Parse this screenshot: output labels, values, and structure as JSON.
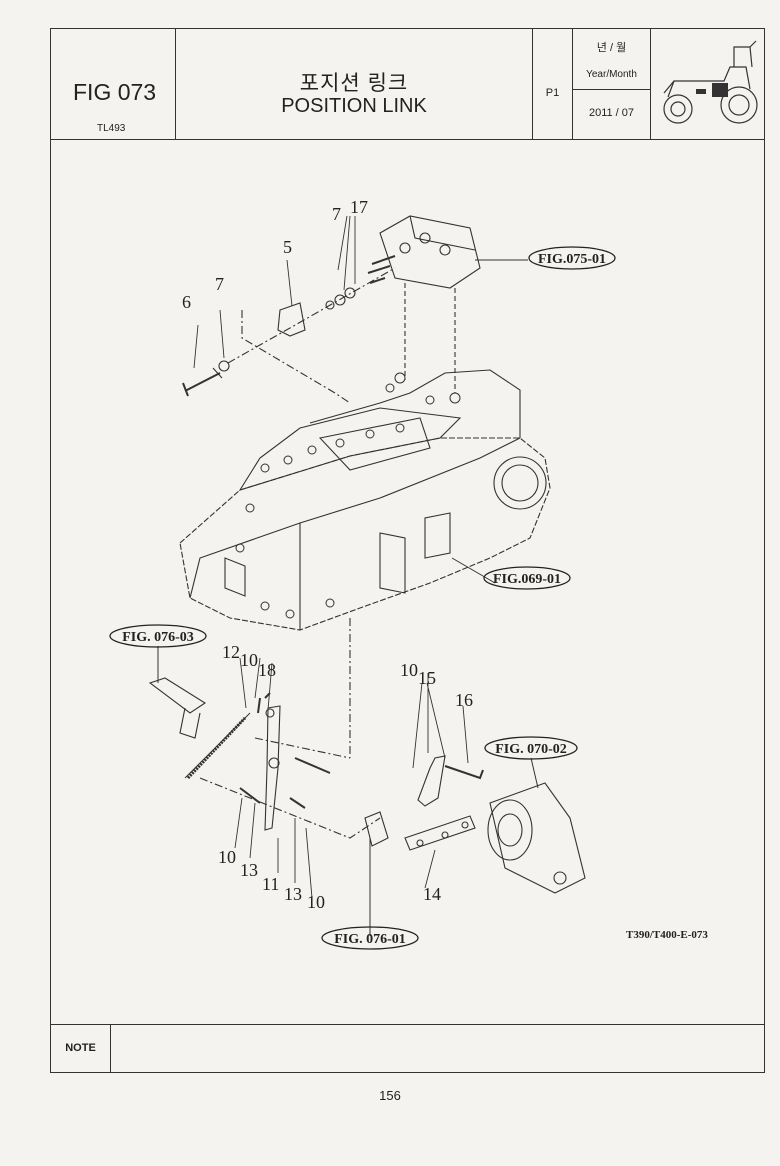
{
  "header": {
    "fig_no": "FIG 073",
    "model": "TL493",
    "title_ko": "포지션 링크",
    "title_en": "POSITION LINK",
    "page_code": "P1",
    "ym_ko": "년 / 월",
    "ym_en": "Year/Month",
    "date": "2011 / 07"
  },
  "diagram": {
    "labels": [
      "7",
      "17",
      "5",
      "7",
      "6",
      "12",
      "10",
      "18",
      "10",
      "15",
      "16",
      "10",
      "13",
      "11",
      "13",
      "10",
      "14"
    ],
    "refs": [
      "FIG.075-01",
      "FIG.069-01",
      "FIG. 076-03",
      "FIG. 070-02",
      "FIG. 076-01"
    ],
    "drawing_code": "T390/T400-E-073"
  },
  "note": {
    "label": "NOTE",
    "text": ""
  },
  "page_number": "156"
}
